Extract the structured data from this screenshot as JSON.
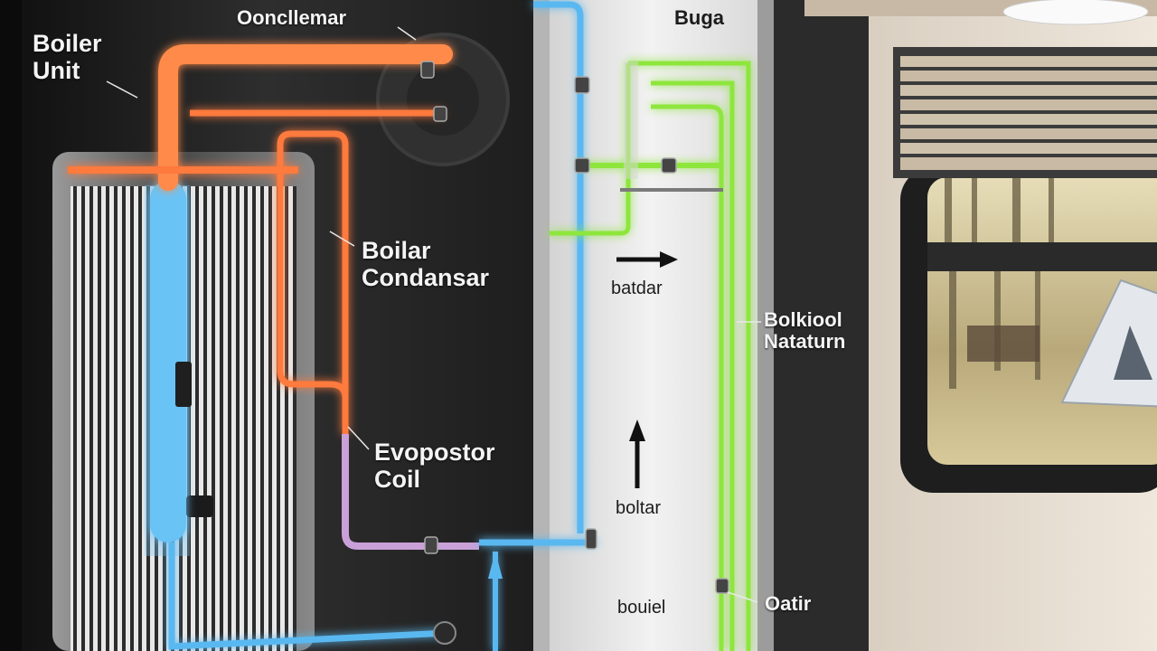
{
  "labels": {
    "boiler_unit": "Boiler\nUnit",
    "condenser_top": "Ooncllemar",
    "bugs": "Buga",
    "boiler_condenser": "Boilar\nCondansar",
    "evaporator_coil": "Evopostor\nCoil",
    "batdar": "batdar",
    "boltar": "boltar",
    "bouiel": "bouiel",
    "boiler_return": "Bolkiool\nNataturn",
    "oatir": "Oatir"
  },
  "colors": {
    "hot_pipe": "#ff7a3c",
    "cold_pipe": "#5ab8f0",
    "green_pipe": "#8ee63c",
    "lilac_pipe": "#c9a0d8",
    "cabinet_dark": "#2a2a2a",
    "panel_light": "#e6e6e6",
    "wall_beige": "#e8dfd2"
  }
}
